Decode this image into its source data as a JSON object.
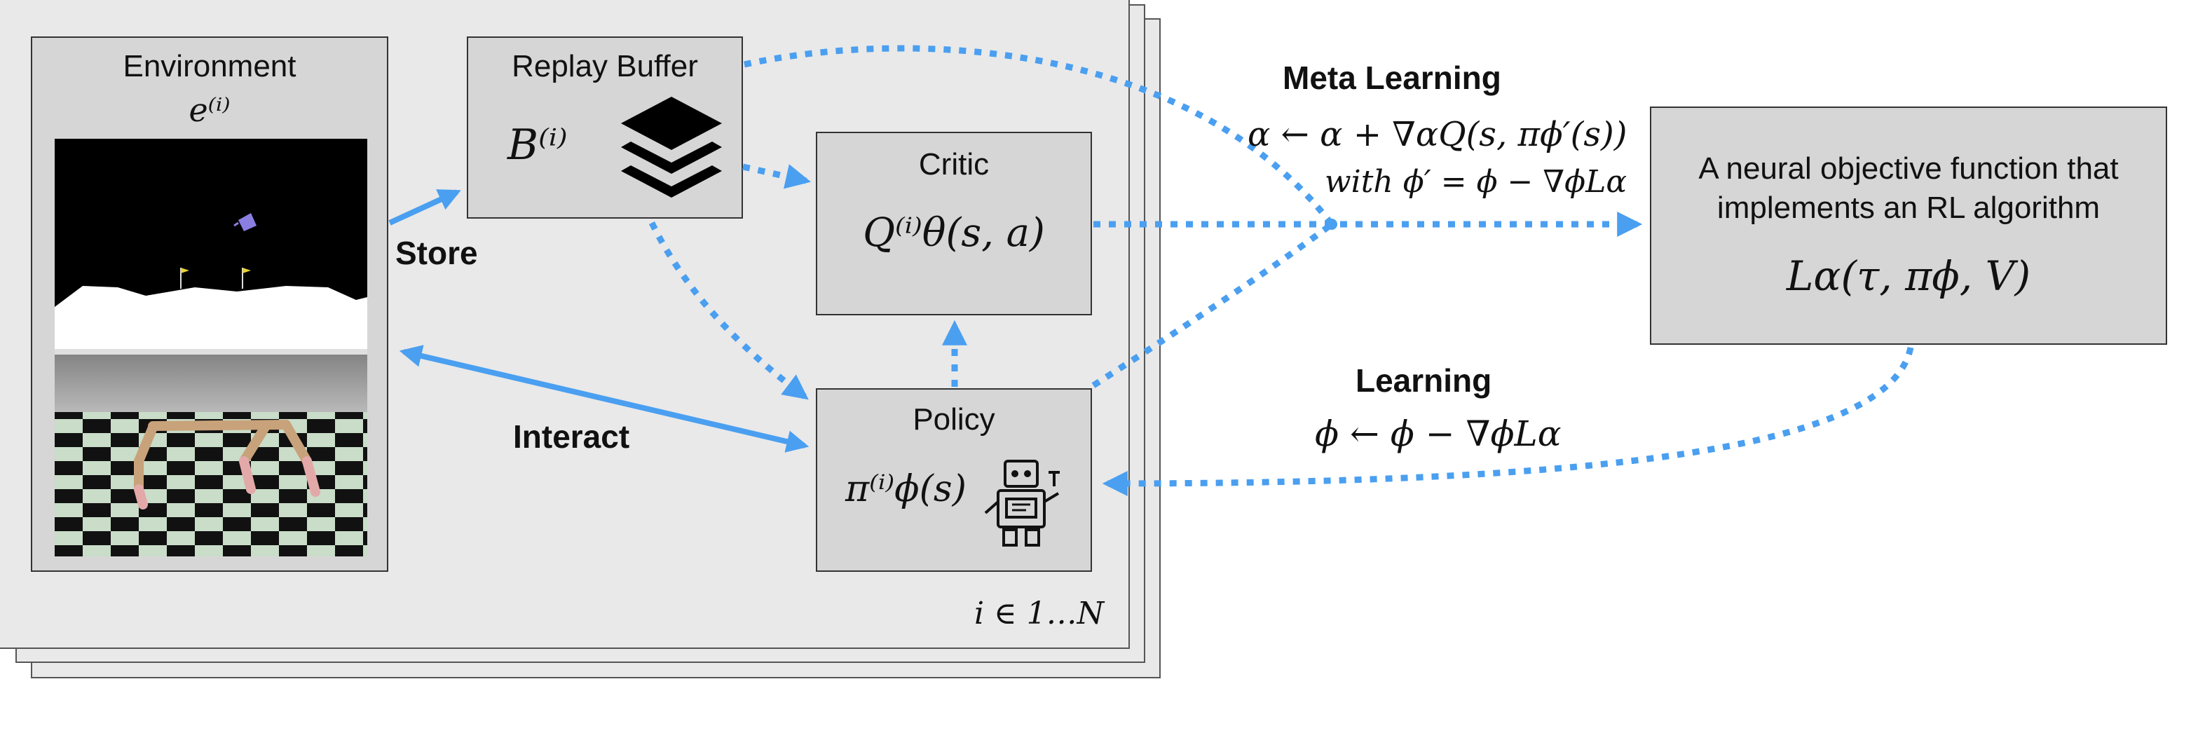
{
  "environment": {
    "title": "Environment",
    "math": "e⁽ⁱ⁾"
  },
  "replay_buffer": {
    "title": "Replay Buffer",
    "math": "B⁽ⁱ⁾"
  },
  "critic": {
    "title": "Critic",
    "math": "Q⁽ⁱ⁾θ(s, a)"
  },
  "policy": {
    "title": "Policy",
    "math": "π⁽ⁱ⁾ϕ(s)"
  },
  "objective": {
    "line1": "A neural objective function that",
    "line2": "implements an RL algorithm",
    "math": "Lα(τ, πϕ, V)"
  },
  "labels": {
    "store": "Store",
    "interact": "Interact",
    "meta_learning": "Meta Learning",
    "meta_eq1": "α ← α + ∇αQ(s, πϕ′(s))",
    "meta_eq2": "with ϕ′ = ϕ − ∇ϕLα",
    "learning": "Learning",
    "learning_eq": "ϕ ← ϕ − ∇ϕLα",
    "index": "i ∈ 1…N"
  },
  "colors": {
    "arrow": "#4a9ff0",
    "box": "#d6d6d6",
    "panel": "#e9e9e9"
  }
}
